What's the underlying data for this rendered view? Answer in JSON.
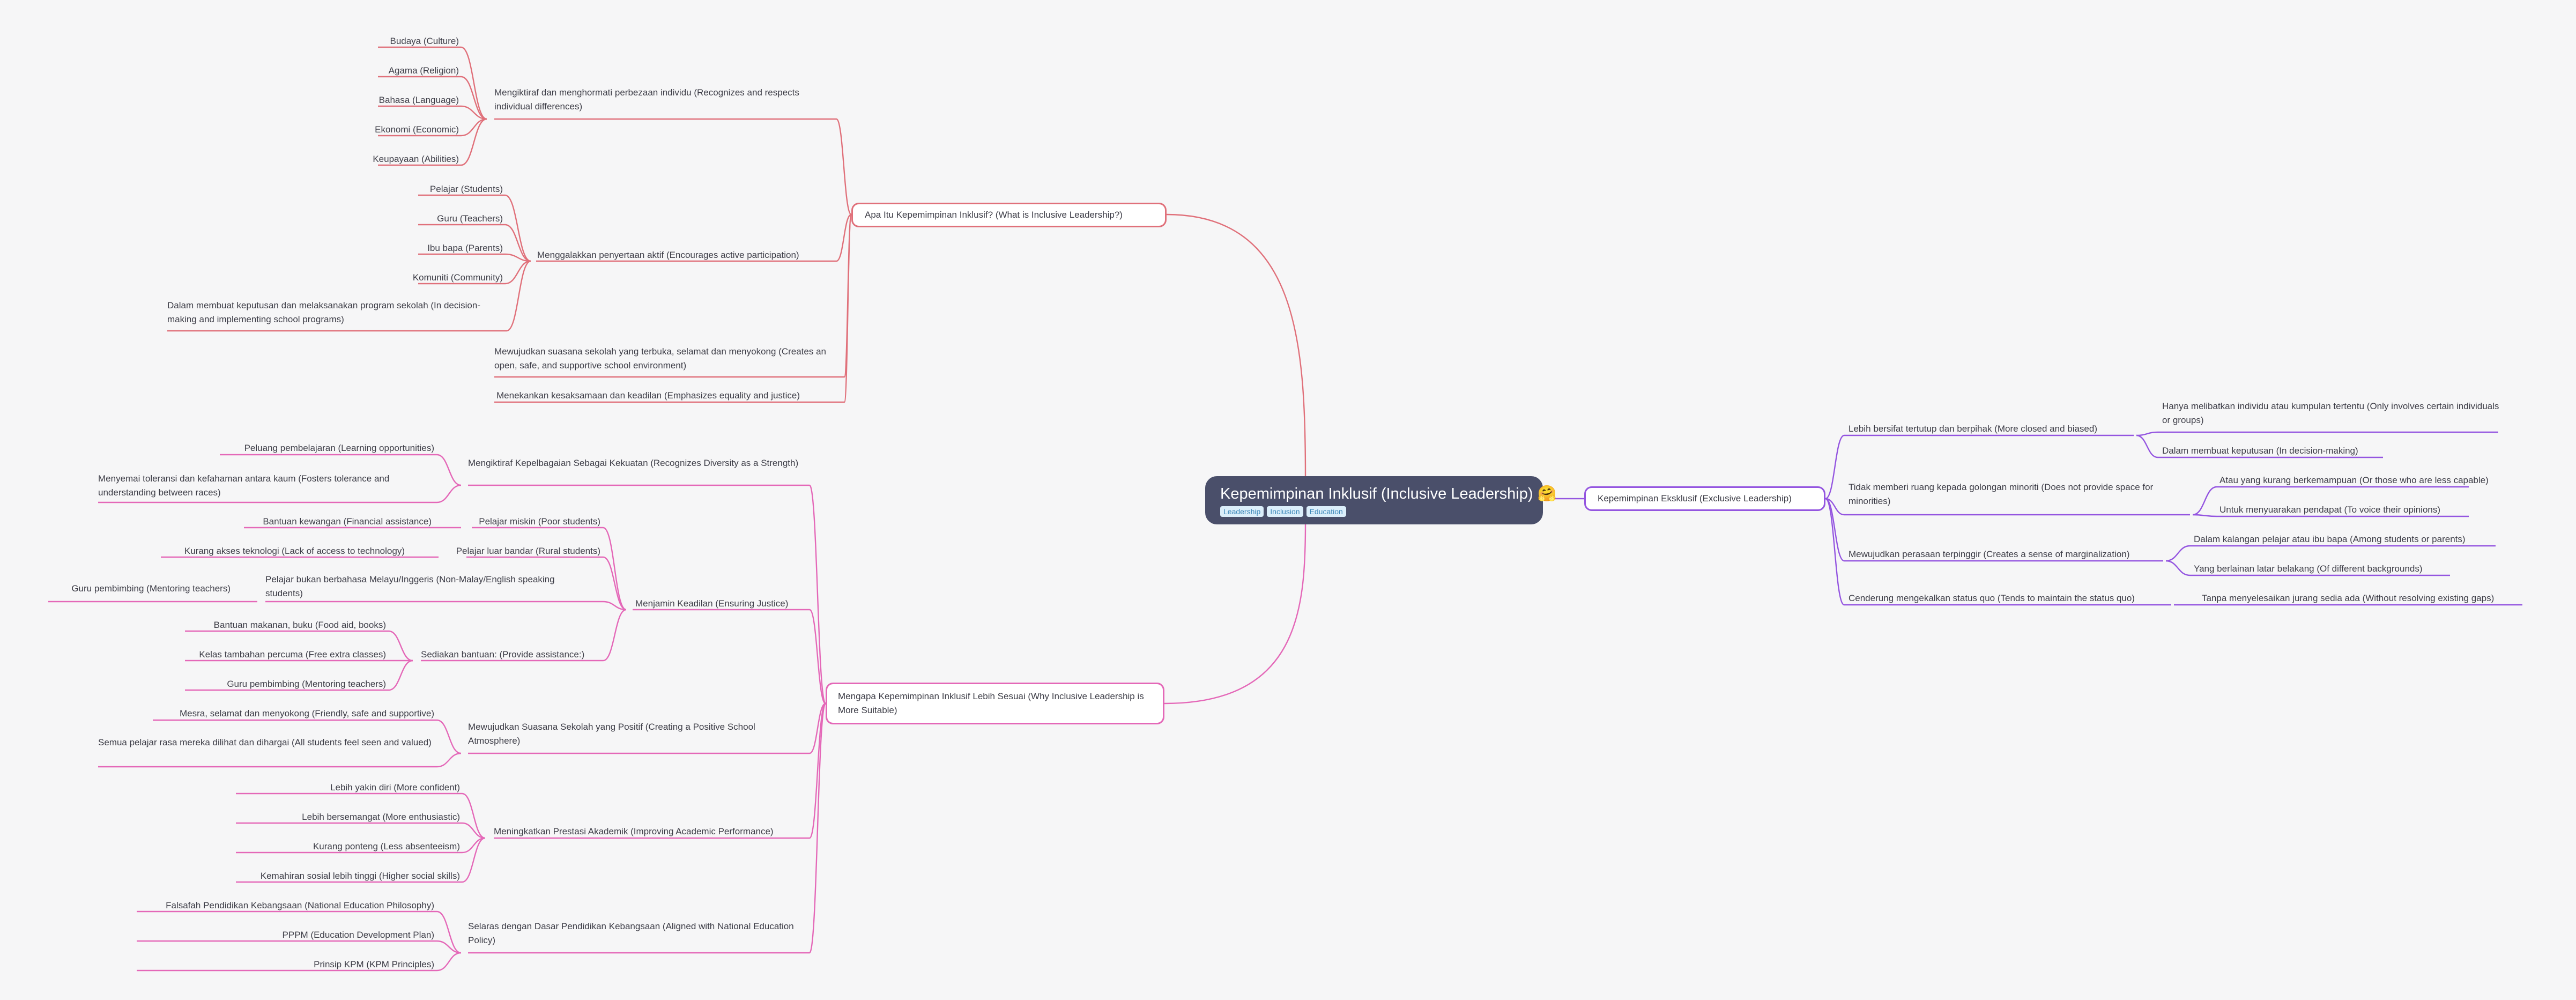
{
  "root": {
    "title": "Kepemimpinan Inklusif (Inclusive Leadership) 🤗",
    "tags": [
      "Leadership",
      "Inclusion",
      "Education"
    ]
  },
  "apa": {
    "title": "Apa Itu Kepemimpinan Inklusif? (What is Inclusive Leadership?)",
    "recognizes": {
      "label": "Mengiktiraf dan menghormati perbezaan individu (Recognizes and respects individual differences)",
      "items": [
        "Budaya (Culture)",
        "Agama (Religion)",
        "Bahasa (Language)",
        "Ekonomi (Economic)",
        "Keupayaan (Abilities)"
      ]
    },
    "participation": {
      "label": "Menggalakkan penyertaan aktif (Encourages active participation)",
      "items": [
        "Pelajar (Students)",
        "Guru (Teachers)",
        "Ibu bapa (Parents)",
        "Komuniti (Community)",
        "Dalam membuat keputusan dan melaksanakan program sekolah (In decision-making and implementing school programs)"
      ]
    },
    "environment": "Mewujudkan suasana sekolah yang terbuka, selamat dan menyokong (Creates an open, safe, and supportive school environment)",
    "equality": "Menekankan kesaksamaan dan keadilan (Emphasizes equality and justice)"
  },
  "mengapa": {
    "title": "Mengapa Kepemimpinan Inklusif Lebih Sesuai (Why Inclusive Leadership is More Suitable)",
    "diversity": {
      "label": "Mengiktiraf Kepelbagaian Sebagai Kekuatan (Recognizes Diversity as a Strength)",
      "items": [
        "Peluang pembelajaran (Learning opportunities)",
        "Menyemai toleransi dan kefahaman antara kaum (Fosters tolerance and understanding between races)"
      ]
    },
    "justice": {
      "label": "Menjamin Keadilan (Ensuring Justice)",
      "poor": {
        "label": "Pelajar miskin (Poor students)",
        "items": [
          "Bantuan kewangan (Financial assistance)"
        ]
      },
      "rural": {
        "label": "Pelajar luar bandar (Rural students)",
        "items": [
          "Kurang akses teknologi (Lack of access to technology)"
        ]
      },
      "nonmalay": {
        "label": "Pelajar bukan berbahasa Melayu/Inggeris (Non-Malay/English speaking students)",
        "items": [
          "Guru pembimbing (Mentoring teachers)"
        ]
      },
      "assist": {
        "label": "Sediakan bantuan: (Provide assistance:)",
        "items": [
          "Bantuan makanan, buku (Food aid, books)",
          "Kelas tambahan percuma (Free extra classes)",
          "Guru pembimbing (Mentoring teachers)"
        ]
      }
    },
    "positive": {
      "label": "Mewujudkan Suasana Sekolah yang Positif (Creating a Positive School Atmosphere)",
      "items": [
        "Mesra, selamat dan menyokong (Friendly, safe and supportive)",
        "Semua pelajar rasa mereka dilihat dan dihargai (All students feel seen and valued)"
      ]
    },
    "academic": {
      "label": "Meningkatkan Prestasi Akademik (Improving Academic Performance)",
      "items": [
        "Lebih yakin diri (More confident)",
        "Lebih bersemangat (More enthusiastic)",
        "Kurang ponteng (Less absenteeism)",
        "Kemahiran sosial lebih tinggi (Higher social skills)"
      ]
    },
    "national": {
      "label": "Selaras dengan Dasar Pendidikan Kebangsaan (Aligned with National Education Policy)",
      "items": [
        "Falsafah Pendidikan Kebangsaan (National Education Philosophy)",
        "PPPM (Education Development Plan)",
        "Prinsip KPM (KPM Principles)"
      ]
    }
  },
  "eksklusif": {
    "title": "Kepemimpinan Eksklusif (Exclusive Leadership)",
    "closed": {
      "label": "Lebih bersifat tertutup dan berpihak (More closed and biased)",
      "items": [
        "Hanya melibatkan individu atau kumpulan tertentu (Only involves certain individuals or groups)",
        "Dalam membuat keputusan (In decision-making)"
      ]
    },
    "minority": {
      "label": "Tidak memberi ruang kepada golongan minoriti (Does not provide space for minorities)",
      "items": [
        "Atau yang kurang berkemampuan (Or those who are less capable)",
        "Untuk menyuarakan pendapat (To voice their opinions)"
      ]
    },
    "marginal": {
      "label": "Mewujudkan perasaan terpinggir (Creates a sense of marginalization)",
      "items": [
        "Dalam kalangan pelajar atau ibu bapa (Among students or parents)",
        "Yang berlainan latar belakang (Of different backgrounds)"
      ]
    },
    "status": {
      "label": "Cenderung mengekalkan status quo (Tends to maintain the status quo)",
      "items": [
        "Tanpa menyelesaikan jurang sedia ada (Without resolving existing gaps)"
      ]
    }
  },
  "colors": {
    "apa": "#e0707a",
    "mengapa": "#e468b8",
    "eksklusif": "#9455e0",
    "root": "#4a4f6a"
  }
}
